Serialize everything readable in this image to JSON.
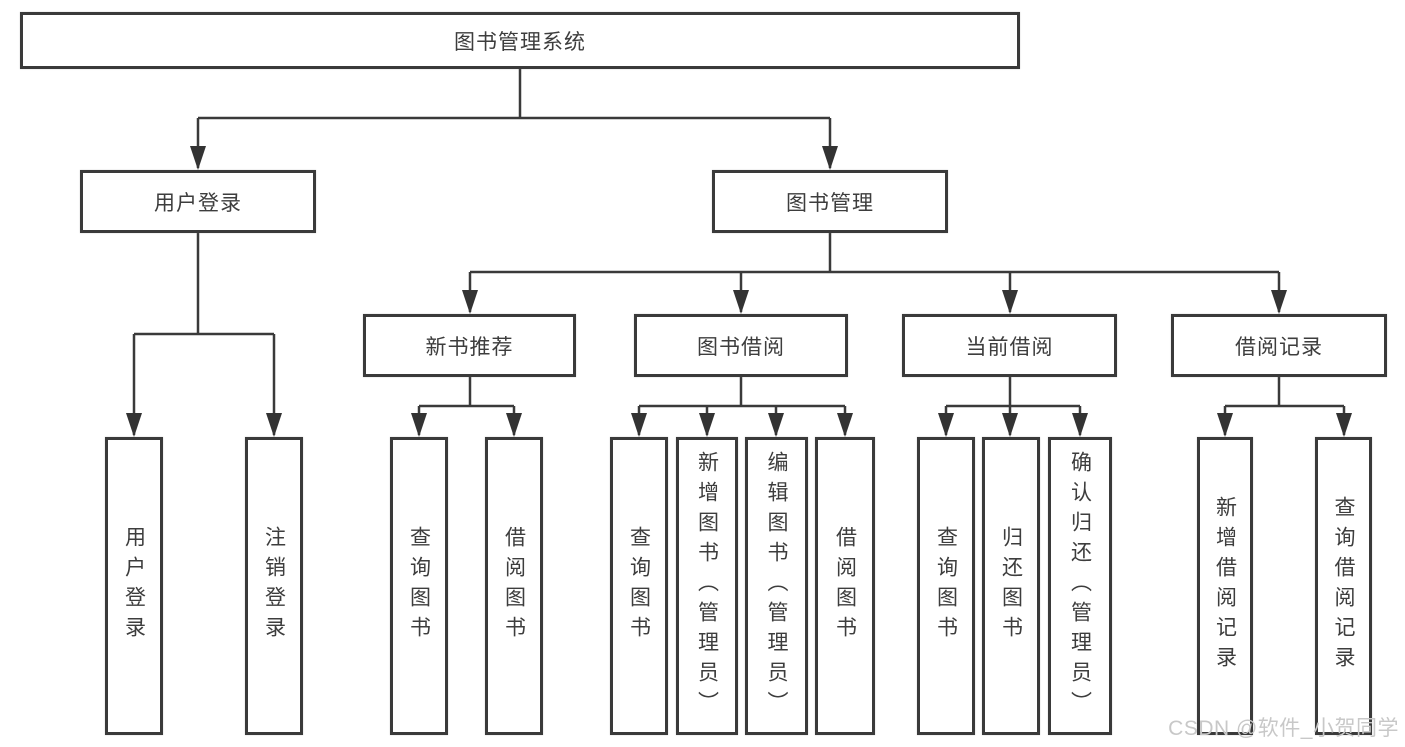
{
  "tree": {
    "root": {
      "label": "图书管理系统",
      "children": [
        {
          "label": "用户登录",
          "children": [
            {
              "label": "用户登录"
            },
            {
              "label": "注销登录"
            }
          ]
        },
        {
          "label": "图书管理",
          "children": [
            {
              "label": "新书推荐",
              "children": [
                {
                  "label": "查询图书"
                },
                {
                  "label": "借阅图书"
                }
              ]
            },
            {
              "label": "图书借阅",
              "children": [
                {
                  "label": "查询图书"
                },
                {
                  "label": "新增图书（管理员）"
                },
                {
                  "label": "编辑图书（管理员）"
                },
                {
                  "label": "借阅图书"
                }
              ]
            },
            {
              "label": "当前借阅",
              "children": [
                {
                  "label": "查询图书"
                },
                {
                  "label": "归还图书"
                },
                {
                  "label": "确认归还（管理员）"
                }
              ]
            },
            {
              "label": "借阅记录",
              "children": [
                {
                  "label": "新增借阅记录"
                },
                {
                  "label": "查询借阅记录"
                }
              ]
            }
          ]
        }
      ]
    }
  },
  "watermark": {
    "text": "CSDN @软件_小贺同学"
  },
  "colors": {
    "line": "#3a3a3a",
    "box_border": "#3a3a3a",
    "box_fill": "#ffffff",
    "text": "#3d3d3d",
    "watermark": "#c8c8c8",
    "background": "#ffffff"
  }
}
